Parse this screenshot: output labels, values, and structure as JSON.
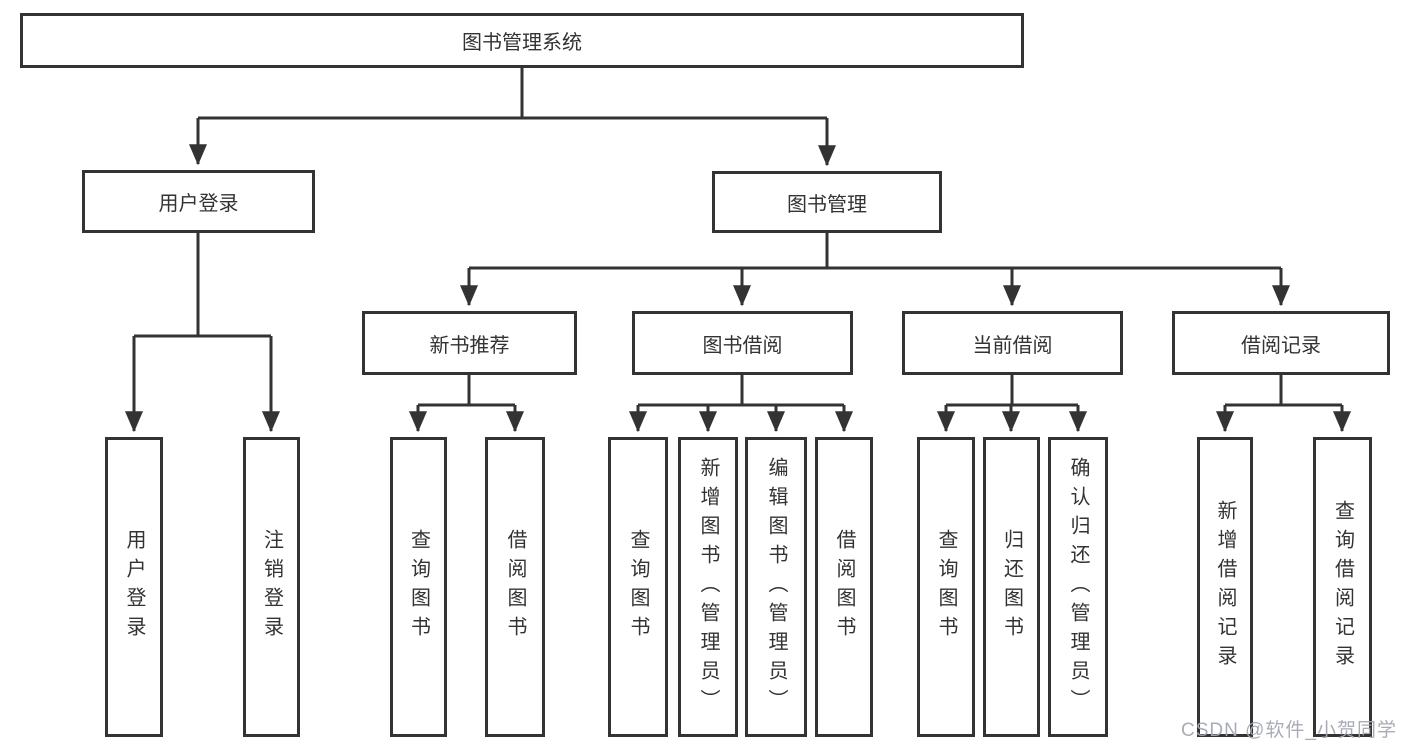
{
  "diagram": {
    "type": "hierarchy-tree",
    "colors": {
      "line": "#333333",
      "box_border": "#333333",
      "box_fill": "#ffffff",
      "text": "#333333",
      "background": "#ffffff",
      "watermark": "#a5a7b3"
    },
    "tree": {
      "root": {
        "label": "图书管理系统"
      },
      "branches": [
        {
          "label": "用户登录",
          "children": [
            {
              "label": "用户登录"
            },
            {
              "label": "注销登录"
            }
          ]
        },
        {
          "label": "图书管理",
          "children": [
            {
              "label": "新书推荐",
              "children": [
                {
                  "label": "查询图书"
                },
                {
                  "label": "借阅图书"
                }
              ]
            },
            {
              "label": "图书借阅",
              "children": [
                {
                  "label": "查询图书"
                },
                {
                  "label": "新增图书（管理员）"
                },
                {
                  "label": "编辑图书（管理员）"
                },
                {
                  "label": "借阅图书"
                }
              ]
            },
            {
              "label": "当前借阅",
              "children": [
                {
                  "label": "查询图书"
                },
                {
                  "label": "归还图书"
                },
                {
                  "label": "确认归还（管理员）"
                }
              ]
            },
            {
              "label": "借阅记录",
              "children": [
                {
                  "label": "新增借阅记录"
                },
                {
                  "label": "查询借阅记录"
                }
              ]
            }
          ]
        }
      ]
    }
  },
  "watermark": {
    "text": "CSDN @软件_小贺同学"
  }
}
